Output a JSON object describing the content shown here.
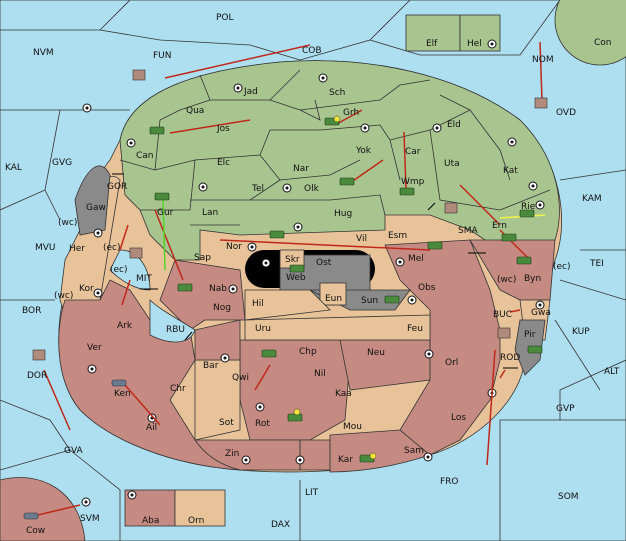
{
  "map": {
    "colors": {
      "sea": "#aedff0",
      "green_power": "#a8c590",
      "tan_power": "#e8c39a",
      "red_power": "#c58b82",
      "grey_power": "#8a8a8a",
      "order_arrow": "#c0281a",
      "support_order": "#55d42a",
      "convoy_order": "#f3f34a"
    },
    "sea_labels": [
      "POL",
      "NVM",
      "FUN",
      "COB",
      "NOM",
      "OVD",
      "Con",
      "KAL",
      "GVG",
      "GOR",
      "MVU",
      "(wc)",
      "(ec)",
      "MIT",
      "BOR",
      "RBU",
      "DOR",
      "GVA",
      "SVM",
      "DAX",
      "LIT",
      "FRO",
      "SOM",
      "GVP",
      "ALT",
      "KUP",
      "BUC",
      "ROD",
      "TEI",
      "KAM",
      "SMA",
      "(wc)",
      "(ec)",
      "(wc)",
      "(ec)"
    ],
    "green_labels": [
      "Elf",
      "Hel",
      "Jad",
      "Sch",
      "Qua",
      "Jos",
      "Grh",
      "Can",
      "Eld",
      "Yok",
      "Car",
      "Elc",
      "Nar",
      "Tel",
      "Olk",
      "Uta",
      "Kat",
      "Gur",
      "Lan",
      "Hug",
      "Rie",
      "Ern"
    ],
    "tan_labels": [
      "Gaw",
      "Her",
      "Kor",
      "Nor",
      "Vil",
      "Esm",
      "Wmp",
      "Gwa",
      "Hil",
      "Uru",
      "Feu",
      "Chr",
      "Sot",
      "Skr",
      "Eun",
      "Nog",
      "Bar"
    ],
    "red_labels": [
      "Sap",
      "Nab",
      "Mel",
      "Obs",
      "Byn",
      "Ark",
      "Ver",
      "Ken",
      "Ail",
      "Qwi",
      "Chp",
      "Neu",
      "Nil",
      "Orl",
      "Kaa",
      "Rot",
      "Los",
      "Mou",
      "Zin",
      "Kar",
      "Sam",
      "Cow",
      "Aba",
      "Orn"
    ],
    "grey_labels": [
      "Ost",
      "Web",
      "Sun",
      "Pir"
    ]
  }
}
